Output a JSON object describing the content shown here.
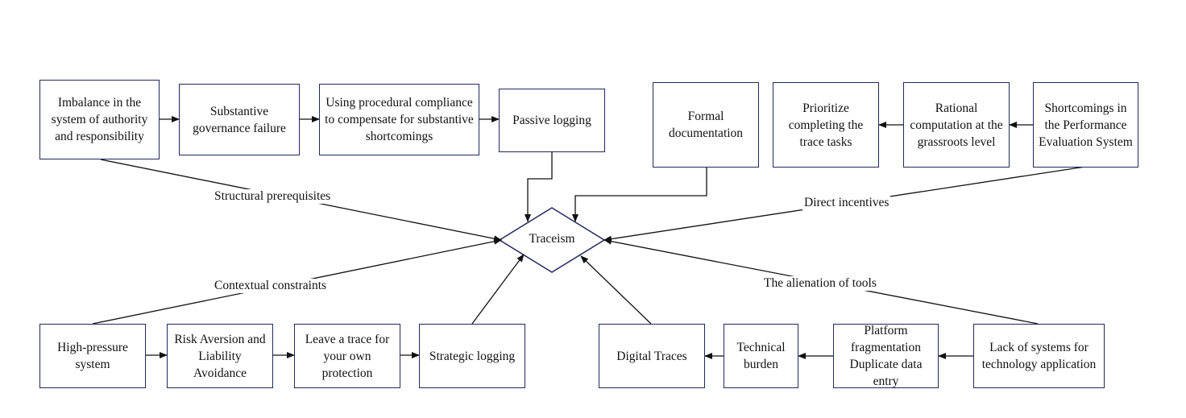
{
  "center": "Traceism",
  "top_left": {
    "b1": "Imbalance in the system of authority and responsibility",
    "b2": "Substantive governance failure",
    "b3": "Using procedural compliance to compensate for substantive shortcomings",
    "b4": "Passive logging"
  },
  "top_right": {
    "b5": "Formal documentation",
    "b6": "Prioritize completing the trace tasks",
    "b7": "Rational computation at the grassroots level",
    "b8": "Shortcomings in the Performance Evaluation System"
  },
  "bottom_left": {
    "b9": "High-pressure system",
    "b10": "Risk Aversion and Liability Avoidance",
    "b11": "Leave a trace for your own protection",
    "b12": "Strategic logging"
  },
  "bottom_right": {
    "b13": "Digital Traces",
    "b14": "Technical burden",
    "b15": "Platform fragmentation Duplicate data entry",
    "b16": "Lack of systems for technology application"
  },
  "labels": {
    "structural": "Structural prerequisites",
    "direct": "Direct incentives",
    "contextual": "Contextual constraints",
    "alienation": "The alienation of tools"
  },
  "colors": {
    "border": "#1f2a5a",
    "line": "#111111",
    "text": "#111111"
  }
}
